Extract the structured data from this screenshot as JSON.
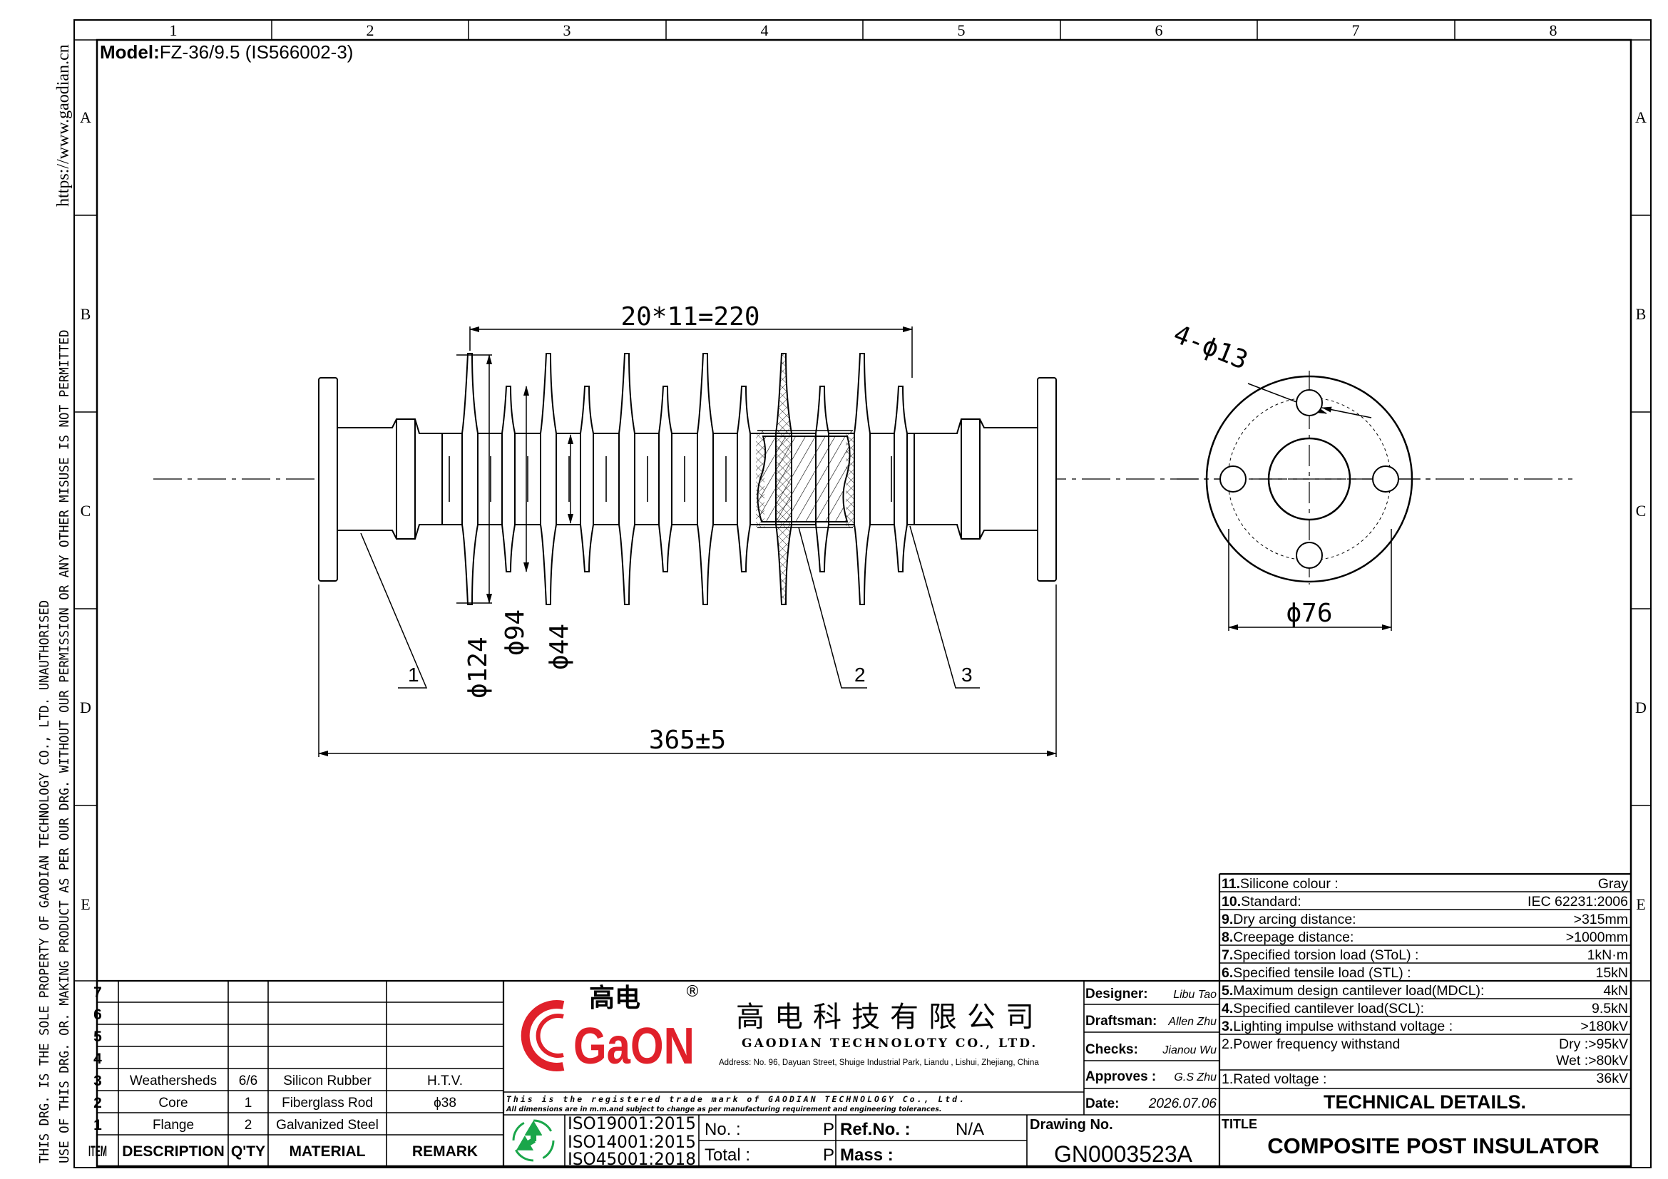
{
  "header": {
    "model_label": "Model:",
    "model_value": "FZ-36/9.5  (IS566002-3)"
  },
  "side": {
    "website": "https://www.gaodian.cn",
    "notice_line1": "THIS DRG. IS THE SOLE PROPERTY OF GAODIAN TECHNOLOGY CO., LTD. UNAUTHORISED",
    "notice_line2": "USE OF THIS DRG. OR. MAKING PRODUCT AS PER OUR DRG. WITHOUT OUR PERMISSION OR ANY OTHER MISUSE IS NOT PERMITTED"
  },
  "grid": {
    "columns": [
      "1",
      "2",
      "3",
      "4",
      "5",
      "6",
      "7",
      "8"
    ],
    "rows": [
      "A",
      "B",
      "C",
      "D",
      "E"
    ]
  },
  "dimensions": {
    "pitch": "20*11=220",
    "length": "365±5",
    "d124": "ϕ124",
    "d94": "ϕ94",
    "d44": "ϕ44",
    "holes": "4-ϕ13",
    "pcd": "ϕ76"
  },
  "callouts": [
    "1",
    "2",
    "3"
  ],
  "bom": {
    "headers": [
      "ITEM",
      "DESCRIPTION",
      "Q'TY",
      "MATERIAL",
      "REMARK"
    ],
    "rows": [
      {
        "item": "7",
        "desc": "",
        "qty": "",
        "mat": "",
        "rem": ""
      },
      {
        "item": "6",
        "desc": "",
        "qty": "",
        "mat": "",
        "rem": ""
      },
      {
        "item": "5",
        "desc": "",
        "qty": "",
        "mat": "",
        "rem": ""
      },
      {
        "item": "4",
        "desc": "",
        "qty": "",
        "mat": "",
        "rem": ""
      },
      {
        "item": "3",
        "desc": "Weathersheds",
        "qty": "6/6",
        "mat": "Silicon Rubber",
        "rem": "H.T.V."
      },
      {
        "item": "2",
        "desc": "Core",
        "qty": "1",
        "mat": "Fiberglass Rod",
        "rem": "ϕ38"
      },
      {
        "item": "1",
        "desc": "Flange",
        "qty": "2",
        "mat": "Galvanized Steel",
        "rem": ""
      }
    ]
  },
  "company": {
    "logo_cn": "高电",
    "logo_en": "GaON",
    "registered": "®",
    "name_cn": "高电科技有限公司",
    "name_en": "GAODIAN TECHNOLOTY CO., LTD.",
    "address": "Address: No. 96, Dayuan Street, Shuige Industrial Park, Liandu , Lishui, Zhejiang, China",
    "trademark_note": "This is the registered trade mark of GAODIAN TECHNOLOGY  Co., Ltd.",
    "dimension_note": "All dimensions are in m.m.and subject to change as per manufacturing requirement and engineering tolerances.",
    "iso": [
      "ISO19001:2015",
      "ISO14001:2015",
      "ISO45001:2018"
    ]
  },
  "signoff": {
    "designer_label": "Designer:",
    "designer": "Libu Tao",
    "draftsman_label": "Draftsman:",
    "draftsman": "Allen Zhu",
    "checks_label": "Checks:",
    "checks": "Jianou Wu",
    "approves_label": "Approves :",
    "approves": "G.S Zhu",
    "date_label": "Date:",
    "date": "2026.07.06"
  },
  "sheet": {
    "no_label": "No. :",
    "no_p": "P",
    "total_label": "Total :",
    "total_p": "P",
    "ref_label": "Ref.No. :",
    "ref_value": "N/A",
    "mass_label": "Mass :",
    "drawing_no_label": "Drawing No.",
    "drawing_no": "GN0003523A",
    "title_label": "TITLE",
    "title": "COMPOSITE POST INSULATOR"
  },
  "tech": {
    "heading": "TECHNICAL DETAILS.",
    "rows": [
      {
        "n": "11.",
        "label": "Silicone colour :",
        "value": "Gray"
      },
      {
        "n": "10.",
        "label": "Standard:",
        "value": "IEC 62231:2006"
      },
      {
        "n": "9.",
        "label": "Dry arcing distance:",
        "value": ">315mm"
      },
      {
        "n": "8.",
        "label": "Creepage distance:",
        "value": ">1000mm"
      },
      {
        "n": "7.",
        "label": "Specified torsion load  (SToL) :",
        "value": "1kN·m"
      },
      {
        "n": "6.",
        "label": "Specified tensile load  (STL)  :",
        "value": "15kN"
      },
      {
        "n": "5.",
        "label": "Maximum design cantilever load(MDCL):",
        "value": "4kN"
      },
      {
        "n": "4.",
        "label": "Specified cantilever load(SCL):",
        "value": "9.5kN"
      },
      {
        "n": "3.",
        "label": "Lighting impulse withstand voltage :",
        "value": ">180kV"
      }
    ],
    "pf_label": "2.Power frequency withstand",
    "pf_dry": "Dry :>95kV",
    "pf_wet": "Wet :>80kV",
    "rated_label": "1.Rated voltage :",
    "rated_value": "36kV"
  },
  "colors": {
    "logo_red": "#e0202a"
  }
}
